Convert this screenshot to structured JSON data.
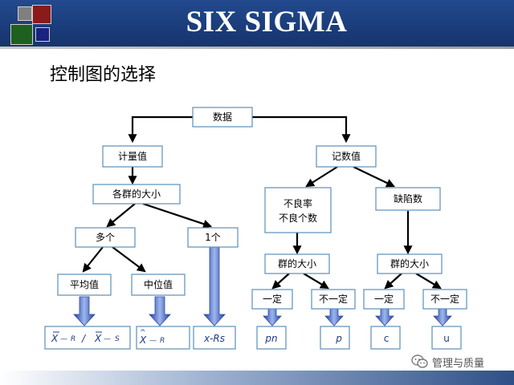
{
  "header": {
    "title": "SIX SIGMA",
    "colors": {
      "background": "#1e4282",
      "logo": [
        "#7f7f7f",
        "#8b1a1a",
        "#1f5f1f",
        "#1a237e"
      ]
    }
  },
  "slide": {
    "title": "控制图的选择"
  },
  "diagram": {
    "nodes": {
      "root": "数据",
      "measure": "计量值",
      "count": "记数值",
      "group_size_left": "各群的大小",
      "many": "多个",
      "one": "1个",
      "average": "平均值",
      "median": "中位值",
      "defect_rate_line1": "不良率",
      "defect_rate_line2": "不良个数",
      "defects": "缺陷数",
      "group_size_mid": "群的大小",
      "group_size_right": "群的大小",
      "const_a": "一定",
      "var_a": "不一定",
      "const_b": "一定",
      "var_b": "不一定"
    },
    "results": {
      "xbar_r_xbar": "X",
      "xbar_r_sep": "—",
      "xbar_r_r": "R",
      "slash": "/",
      "xbar_s_xbar": "X",
      "xbar_s_sep": "—",
      "xbar_s_s": "S",
      "median_x": "X",
      "median_hat": "^",
      "median_sep": "—",
      "median_r": "R",
      "x_rs": "x-Rs",
      "pn": "pn",
      "p": "p",
      "c": "c",
      "u": "u"
    }
  },
  "watermark": {
    "text": "管理与质量",
    "icon": "wechat-icon"
  }
}
